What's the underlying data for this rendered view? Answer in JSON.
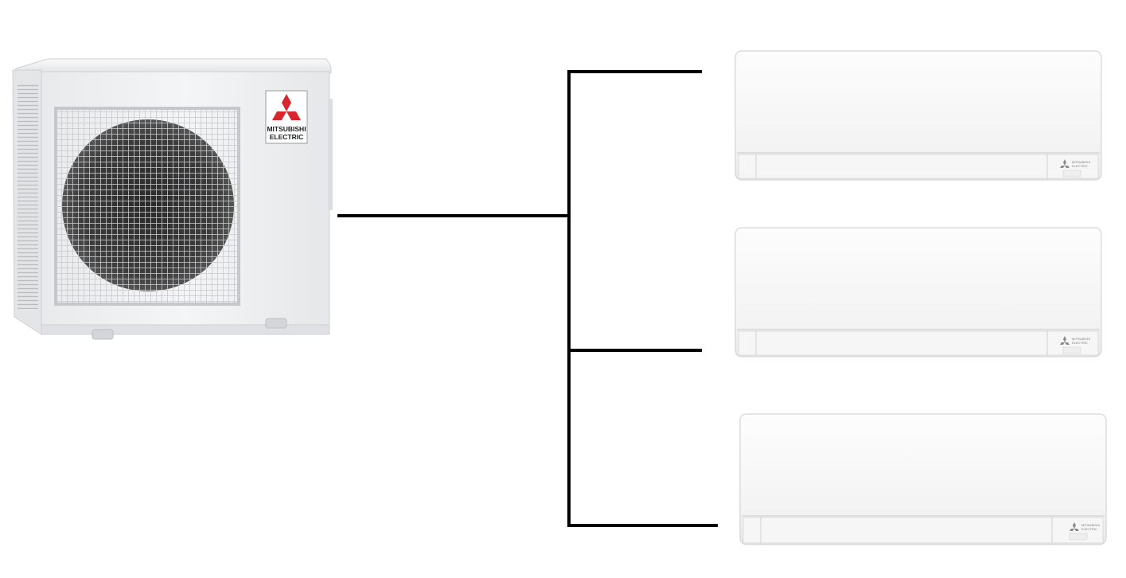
{
  "outdoor_unit": {
    "brand_line1": "MITSUBISHI",
    "brand_line2": "ELECTRIC",
    "logo_color": "#d7262e"
  },
  "indoor_units": [
    {
      "brand_line1": "MITSUBISHI",
      "brand_line2": "ELECTRIC"
    },
    {
      "brand_line1": "MITSUBISHI",
      "brand_line2": "ELECTRIC"
    },
    {
      "brand_line1": "MITSUBISHI",
      "brand_line2": "ELECTRIC"
    }
  ],
  "connection_color": "#000000"
}
